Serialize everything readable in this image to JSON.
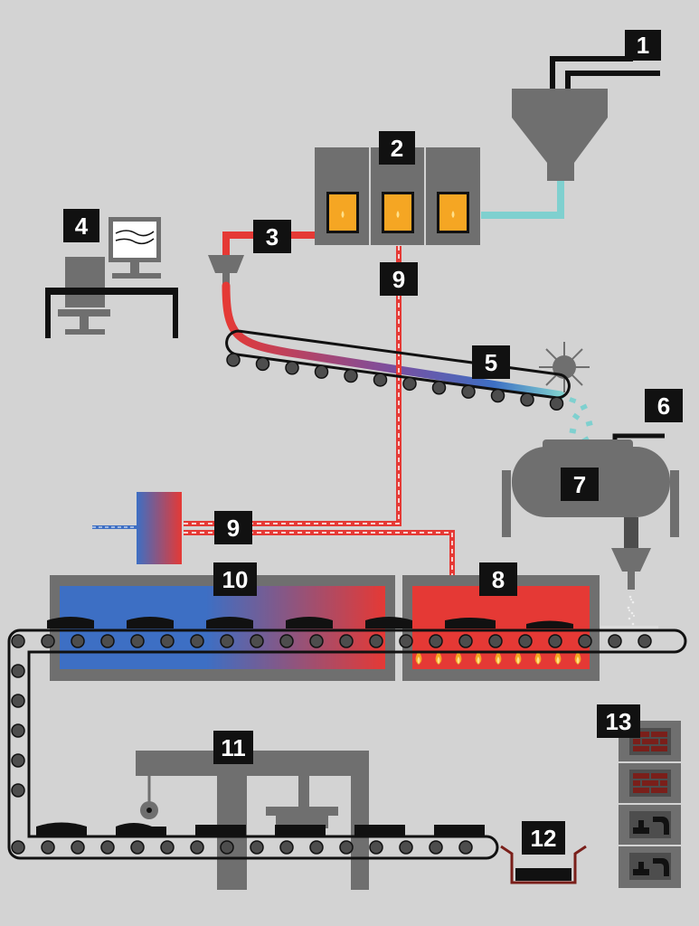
{
  "colors": {
    "background": "#d3d3d3",
    "machine": "#6f6f6f",
    "machine_dark": "#4d4d4d",
    "hot": "#e53935",
    "cold": "#3d6fc4",
    "cool_pipe": "#7fd0cf",
    "label_bg": "#111111",
    "label_text": "#ffffff",
    "flame": "#f5a623",
    "brick": "#7a1f1a"
  },
  "labels": {
    "l1": "1",
    "l2": "2",
    "l3": "3",
    "l4": "4",
    "l5": "5",
    "l6": "6",
    "l7": "7",
    "l8": "8",
    "l9a": "9",
    "l9b": "9",
    "l10": "10",
    "l11": "11",
    "l12": "12",
    "l13": "13"
  },
  "icons": {
    "hopper": "funnel-icon",
    "computer": "computer-workstation-icon",
    "flame": "flame-icon",
    "fan": "fan-icon",
    "brick": "brick-wall-icon",
    "pipe_fitting": "pipe-fitting-icon"
  }
}
